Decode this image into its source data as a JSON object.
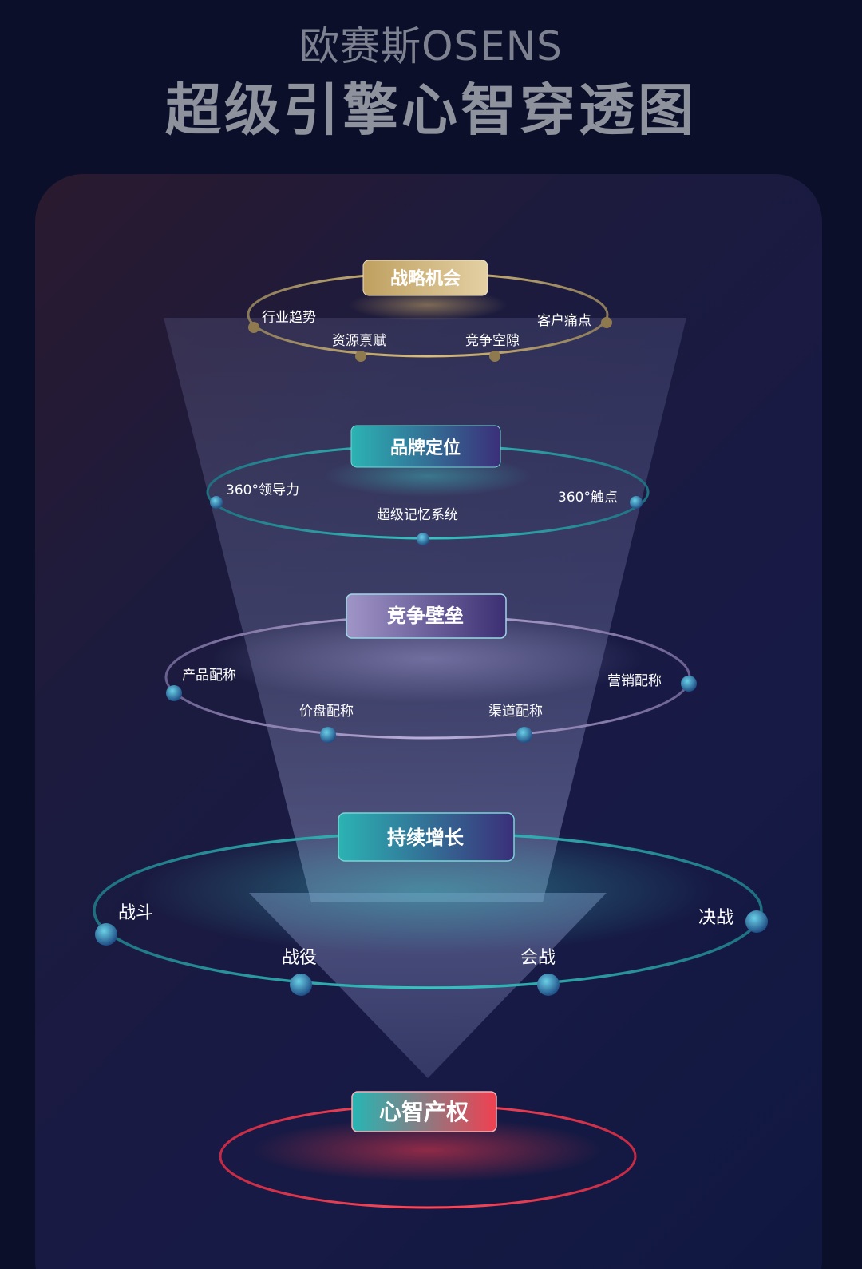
{
  "header": {
    "brand": "欧赛斯OSENS",
    "title": "超级引擎心智穿透图"
  },
  "levels": [
    {
      "label": "战略机会",
      "nodes": [
        "行业趋势",
        "资源禀赋",
        "竞争空隙",
        "客户痛点"
      ]
    },
    {
      "label": "品牌定位",
      "nodes": [
        "360°领导力",
        "超级记忆系统",
        "360°触点"
      ]
    },
    {
      "label": "竞争壁垒",
      "nodes": [
        "产品配称",
        "价盘配称",
        "渠道配称",
        "营销配称"
      ]
    },
    {
      "label": "持续增长",
      "nodes": [
        "战斗",
        "战役",
        "会战",
        "决战"
      ]
    }
  ],
  "result": {
    "label": "心智产权"
  },
  "colors": {
    "background": "#0b0f2a",
    "gold": "#c9a96a",
    "teal": "#2fb3b6",
    "lavender": "#9a8fc0",
    "red": "#e0364a",
    "node": "#3a8fb0"
  }
}
